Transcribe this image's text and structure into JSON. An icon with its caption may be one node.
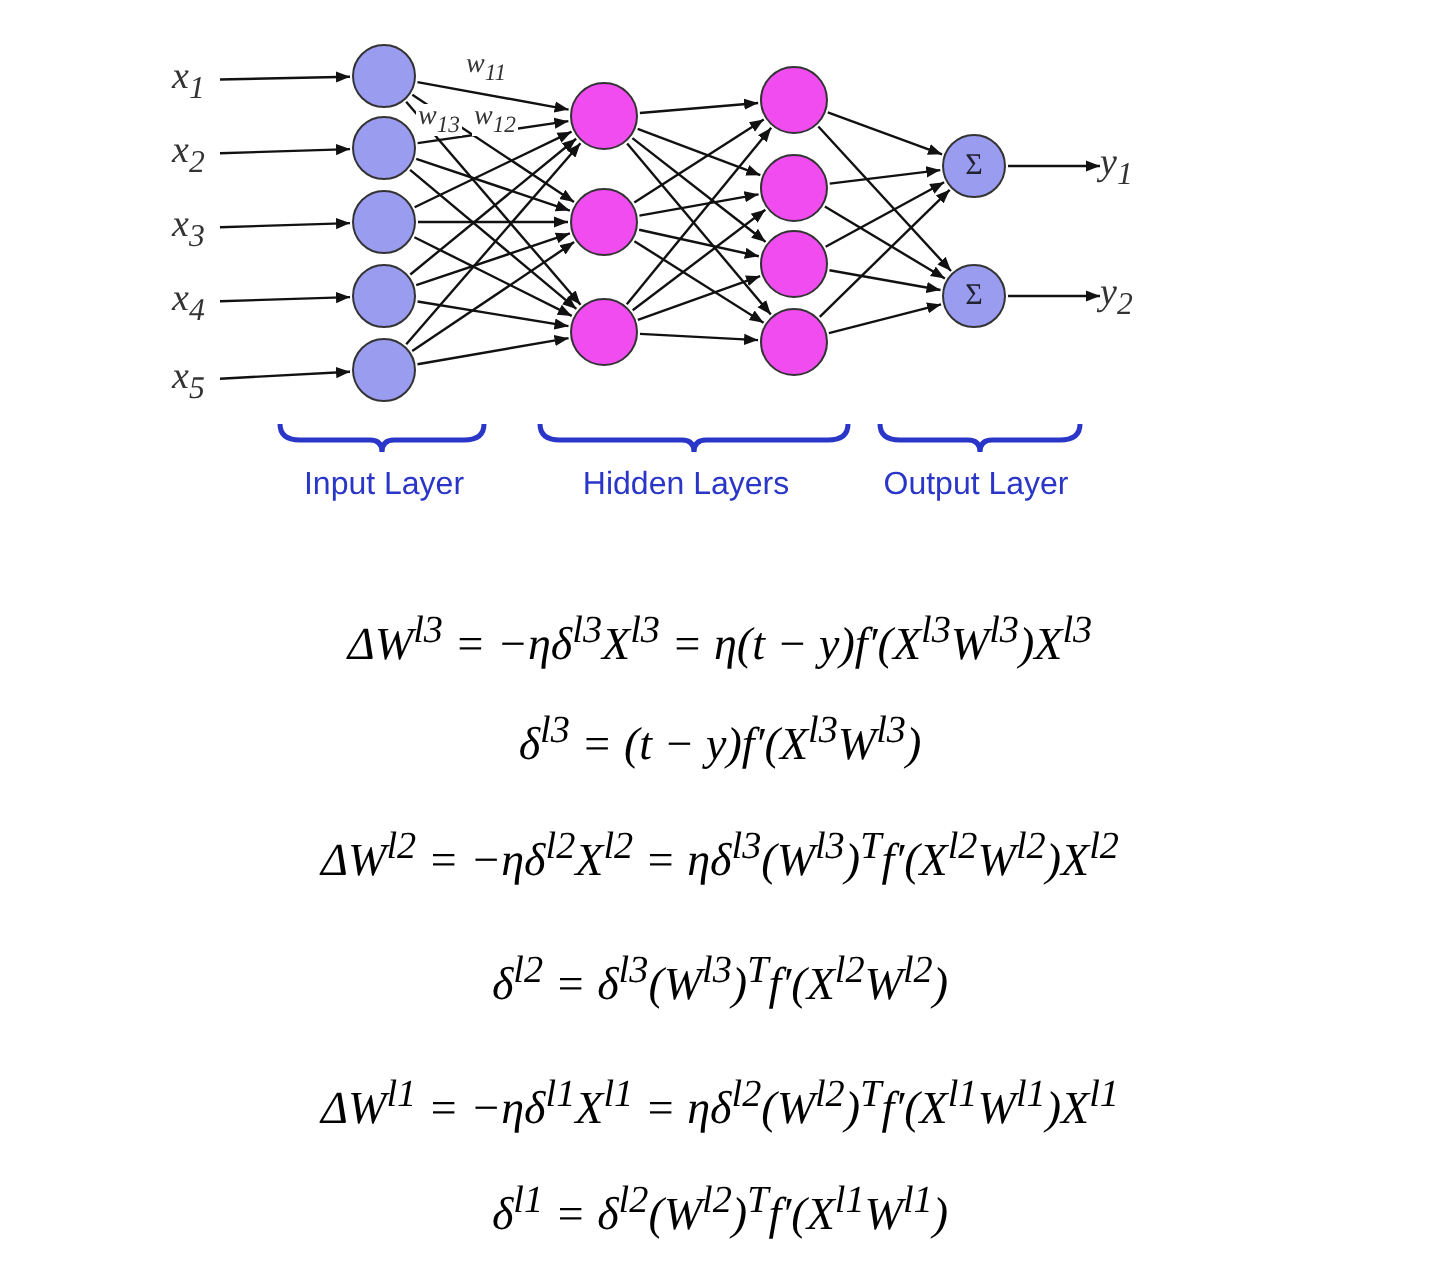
{
  "diagram": {
    "nodes": [
      {
        "text": [
          "x$_{1}$"
        ]
      },
      {
        "text": [
          "x$_{2}$"
        ]
      },
      {
        "text": [
          "x$_{3}$"
        ]
      },
      {
        "text": [
          "x$_{4}$"
        ]
      },
      {
        "text": [
          "x$_{5}$"
        ]
      },
      {
        "text": [],
        "shape": "circle"
      },
      {
        "text": [],
        "shape": "circle"
      },
      {
        "text": [],
        "shape": "circle"
      },
      {
        "text": [],
        "shape": "circle"
      },
      {
        "text": [],
        "shape": "circle"
      },
      {
        "text": [],
        "shape": "circle"
      },
      {
        "text": [],
        "shape": "circle"
      },
      {
        "text": [],
        "shape": "circle"
      },
      {
        "text": [],
        "shape": "circle"
      },
      {
        "text": [],
        "shape": "circle"
      },
      {
        "text": [],
        "shape": "circle"
      },
      {
        "text": [],
        "shape": "circle"
      },
      {
        "text": [
          "Σ"
        ]
      },
      {
        "text": [
          "Σ"
        ]
      },
      {
        "text": [
          "y$_{1}$"
        ]
      },
      {
        "text": [
          "y$_{2}$"
        ]
      }
    ],
    "edges": [
      {
        "from": 0,
        "to": 5,
        "arrow": "to"
      },
      {
        "from": 1,
        "to": 6,
        "arrow": "to"
      },
      {
        "from": 2,
        "to": 7,
        "arrow": "to"
      },
      {
        "from": 3,
        "to": 8,
        "arrow": "to"
      },
      {
        "from": 4,
        "to": 9,
        "arrow": "to"
      },
      {
        "from": 5,
        "to": 10,
        "arrow": "to",
        "label": "w$_{11}$"
      },
      {
        "from": 5,
        "to": 11,
        "arrow": "to",
        "label": "w$_{12}$"
      },
      {
        "from": 5,
        "to": 12,
        "arrow": "to",
        "label": "w$_{13}$"
      },
      {
        "from": 6,
        "to": 10,
        "arrow": "to"
      },
      {
        "from": 6,
        "to": 11,
        "arrow": "to"
      },
      {
        "from": 6,
        "to": 12,
        "arrow": "to"
      },
      {
        "from": 7,
        "to": 10,
        "arrow": "to"
      },
      {
        "from": 7,
        "to": 11,
        "arrow": "to"
      },
      {
        "from": 7,
        "to": 12,
        "arrow": "to"
      },
      {
        "from": 8,
        "to": 10,
        "arrow": "to"
      },
      {
        "from": 8,
        "to": 11,
        "arrow": "to"
      },
      {
        "from": 8,
        "to": 12,
        "arrow": "to"
      },
      {
        "from": 9,
        "to": 10,
        "arrow": "to"
      },
      {
        "from": 9,
        "to": 11,
        "arrow": "to"
      },
      {
        "from": 9,
        "to": 12,
        "arrow": "to"
      },
      {
        "from": 10,
        "to": 13,
        "arrow": "to"
      },
      {
        "from": 10,
        "to": 14,
        "arrow": "to"
      },
      {
        "from": 10,
        "to": 15,
        "arrow": "to"
      },
      {
        "from": 10,
        "to": 16,
        "arrow": "to"
      },
      {
        "from": 11,
        "to": 13,
        "arrow": "to"
      },
      {
        "from": 11,
        "to": 14,
        "arrow": "to"
      },
      {
        "from": 11,
        "to": 15,
        "arrow": "to"
      },
      {
        "from": 11,
        "to": 16,
        "arrow": "to"
      },
      {
        "from": 12,
        "to": 13,
        "arrow": "to"
      },
      {
        "from": 12,
        "to": 14,
        "arrow": "to"
      },
      {
        "from": 12,
        "to": 15,
        "arrow": "to"
      },
      {
        "from": 12,
        "to": 16,
        "arrow": "to"
      },
      {
        "from": 13,
        "to": 17,
        "arrow": "to"
      },
      {
        "from": 13,
        "to": 18,
        "arrow": "to"
      },
      {
        "from": 14,
        "to": 17,
        "arrow": "to"
      },
      {
        "from": 14,
        "to": 18,
        "arrow": "to"
      },
      {
        "from": 15,
        "to": 17,
        "arrow": "to"
      },
      {
        "from": 15,
        "to": 18,
        "arrow": "to"
      },
      {
        "from": 16,
        "to": 17,
        "arrow": "to"
      },
      {
        "from": 16,
        "to": 18,
        "arrow": "to"
      },
      {
        "from": 17,
        "to": 19,
        "arrow": "to"
      },
      {
        "from": 18,
        "to": 20,
        "arrow": "to"
      }
    ],
    "labels": [
      "Input Layer",
      "Hidden Layers",
      "Output Layer",
      "ΔW$^{l3}$ = −ηδ$^{l3}$X$^{l3}$ = η(t − y)f′(X$^{l3}$W$^{l3}$)X$^{l3}$",
      "δ$^{l3}$ = (t − y)f′(X$^{l3}$W$^{l3}$)",
      "ΔW$^{l2}$ = −ηδ$^{l2}$X$^{l2}$ = ηδ$^{l3}$(W$^{l3}$)$^{T}$f′(X$^{l2}$W$^{l2}$)X$^{l2}$",
      "δ$^{l2}$ = δ$^{l3}$(W$^{l3}$)$^{T}$f′(X$^{l2}$W$^{l2}$)",
      "ΔW$^{l1}$ = −ηδ$^{l1}$X$^{l1}$ = ηδ$^{l2}$(W$^{l2}$)$^{T}$f′(X$^{l1}$W$^{l1}$)X$^{l1}$",
      "δ$^{l1}$ = δ$^{l2}$(W$^{l2}$)$^{T}$f′(X$^{l1}$W$^{l1}$)"
    ]
  }
}
